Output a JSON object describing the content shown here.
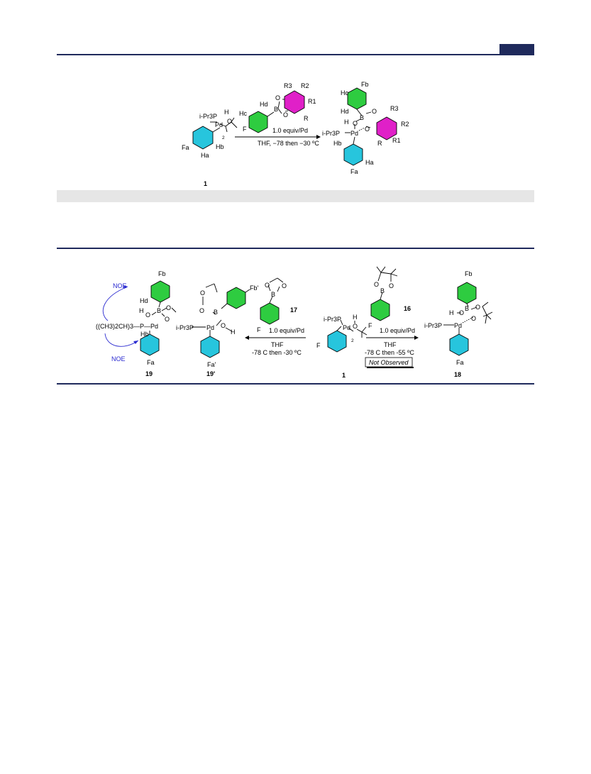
{
  "header": {
    "tab_color": "#1f2a5c"
  },
  "colors": {
    "green_ring": "#2ecc40",
    "magenta_ring": "#e020c8",
    "cyan_ring": "#27c5dd",
    "noe_blue": "#2a2ad0"
  },
  "scheme1": {
    "reactant_pd": "Pd",
    "reactant_ipr3p": "i-Pr3P",
    "reactant_h": "H",
    "reactant_o": "O",
    "reactant_2": "2",
    "reactant_fa": "Fa",
    "reactant_ha": "Ha",
    "reactant_hb": "Hb",
    "reactant_label": "1",
    "boronate_r3": "R3",
    "boronate_r2": "R2",
    "boronate_r1": "R1",
    "boronate_r": "R",
    "boronate_hc": "Hc",
    "boronate_hd": "Hd",
    "boronate_b": "B",
    "boronate_f": "F",
    "arrow_top": "1.0 equiv/Pd",
    "arrow_bottom": "THF, −78 then −30 ºC",
    "product_fb": "Fb",
    "product_hc": "Hc",
    "product_hd": "Hd",
    "product_h": "H",
    "product_ipr3p": "i-Pr3P",
    "product_pd": "Pd",
    "product_hb": "Hb",
    "product_fa": "Fa",
    "product_ha": "Ha",
    "product_r3": "R3",
    "product_r2": "R2",
    "product_r1": "R1",
    "product_r": "R"
  },
  "scheme2": {
    "noe_top": "NOE",
    "noe_bottom": "NOE",
    "c19_phosphine": "((CH3)2CH)3—P—Pd",
    "c19_fb": "Fb",
    "c19_hd": "Hd",
    "c19_hb": "Hb",
    "c19_fa": "Fa",
    "c19_label": "19",
    "c19p_ipr3p": "i-Pr3P",
    "c19p_pd": "Pd",
    "c19p_fb": "Fb'",
    "c19p_fa": "Fa'",
    "c19p_label": "19'",
    "c17_label": "17",
    "c17_f": "F",
    "left_arrow_top": "1.0 equiv/Pd",
    "left_arrow_bottom1": "THF",
    "left_arrow_bottom2": "-78 C then -30 ºC",
    "c1_ipr3p": "i-Pr3P",
    "c1_pd": "Pd",
    "c1_f": "F",
    "c1_label": "1",
    "c16_label": "16",
    "c16_f": "F",
    "right_arrow_top": "1.0 equiv/Pd",
    "right_arrow_bottom1": "THF",
    "right_arrow_bottom2": "-78 C then -55 ºC",
    "not_observed": "Not Observed",
    "c18_fb": "Fb",
    "c18_ipr3p": "i-Pr3P",
    "c18_pd": "Pd",
    "c18_fa": "Fa",
    "c18_label": "18"
  }
}
